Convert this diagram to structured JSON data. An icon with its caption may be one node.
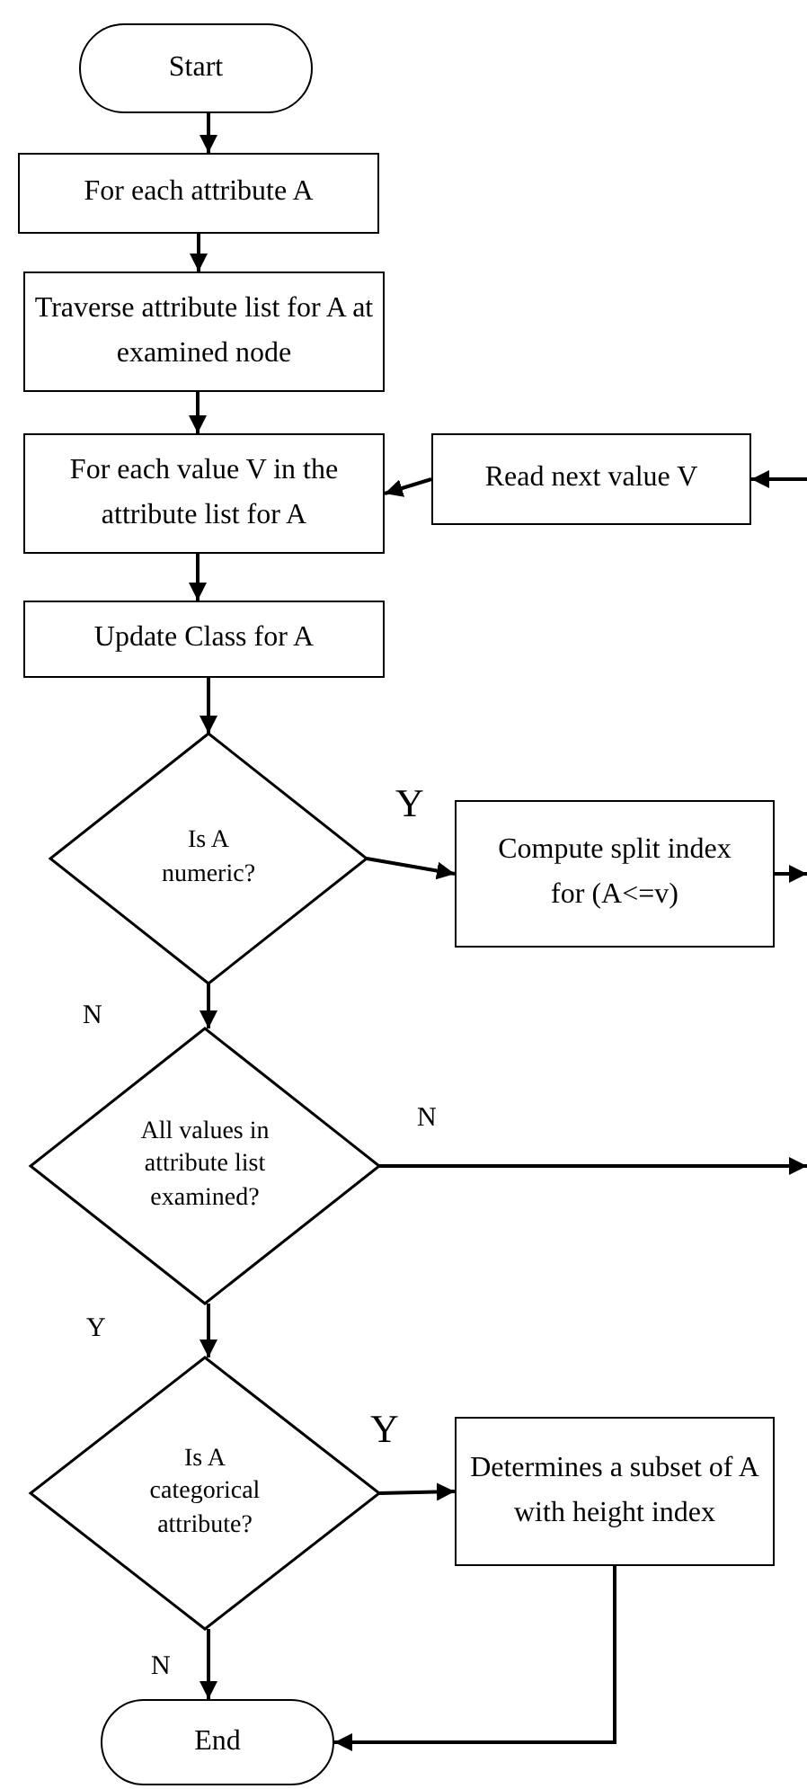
{
  "diagram": {
    "nodes": [
      {
        "text": [
          "Start"
        ]
      },
      {
        "text": [
          "For each attribute A"
        ]
      },
      {
        "text": [
          "Traverse attribute list for A at examined node"
        ]
      },
      {
        "text": [
          "For each value V in the attribute list for A"
        ]
      },
      {
        "text": [
          "Read next value V"
        ]
      },
      {
        "text": [
          "Update Class for A"
        ]
      },
      {
        "text": [
          "Is A numeric?"
        ]
      },
      {
        "text": [
          "Compute split index for (A<=v)"
        ]
      },
      {
        "text": [
          "All values in attribute list examined?"
        ]
      },
      {
        "text": [
          "Is A categorical attribute?"
        ]
      },
      {
        "text": [
          "Determines a subset of A with height index"
        ]
      },
      {
        "text": [
          "End"
        ]
      }
    ],
    "edges": [
      {
        "from": 0,
        "to": 1,
        "arrow": "to"
      },
      {
        "from": 1,
        "to": 2,
        "arrow": "to"
      },
      {
        "from": 2,
        "to": 3,
        "arrow": "to"
      },
      {
        "from": 3,
        "to": 5,
        "arrow": "to"
      },
      {
        "from": 4,
        "to": 3,
        "arrow": "to"
      },
      {
        "from": null,
        "to": 4,
        "arrow": "to"
      },
      {
        "from": 5,
        "to": 6,
        "arrow": "to"
      },
      {
        "from": 6,
        "to": 7,
        "arrow": "to",
        "label": "Y"
      },
      {
        "from": 7,
        "to": null,
        "arrow": "to"
      },
      {
        "from": 6,
        "to": 8,
        "arrow": "to",
        "label": "N"
      },
      {
        "from": 8,
        "to": null,
        "arrow": "to",
        "label": "N"
      },
      {
        "from": 8,
        "to": 9,
        "arrow": "to",
        "label": "Y"
      },
      {
        "from": 9,
        "to": 10,
        "arrow": "to",
        "label": "Y"
      },
      {
        "from": 9,
        "to": 11,
        "arrow": "to",
        "label": "N"
      },
      {
        "from": 10,
        "to": 11,
        "arrow": "to"
      }
    ]
  }
}
